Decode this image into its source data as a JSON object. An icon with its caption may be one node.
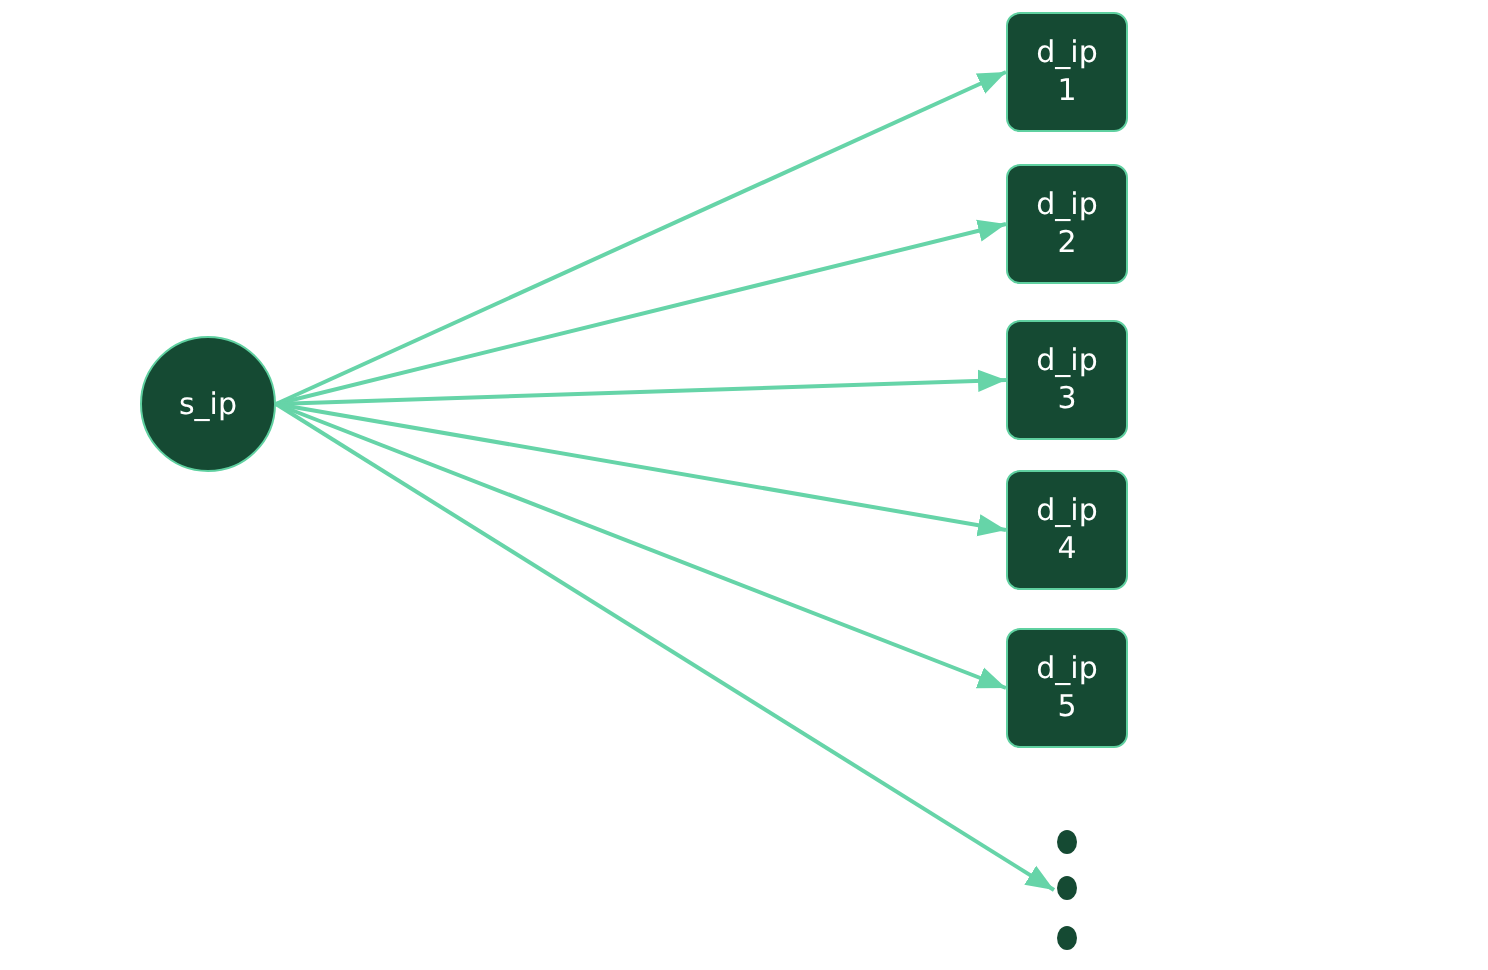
{
  "diagram": {
    "nodes": [
      {
        "text": [
          "s_ip"
        ]
      },
      {
        "text": [
          "d_ip 1"
        ]
      },
      {
        "text": [
          "d_ip 2"
        ]
      },
      {
        "text": [
          "d_ip 3"
        ]
      },
      {
        "text": [
          "d_ip 4"
        ]
      },
      {
        "text": [
          "d_ip 5"
        ]
      },
      {
        "text": [],
        "shape": "dots"
      }
    ],
    "edges": [
      {
        "from": 0,
        "to": 1,
        "arrow": "to"
      },
      {
        "from": 0,
        "to": 2,
        "arrow": "to"
      },
      {
        "from": 0,
        "to": 3,
        "arrow": "to"
      },
      {
        "from": 0,
        "to": 4,
        "arrow": "to"
      },
      {
        "from": 0,
        "to": 5,
        "arrow": "to"
      },
      {
        "from": 0,
        "to": 6,
        "arrow": "to"
      }
    ]
  }
}
